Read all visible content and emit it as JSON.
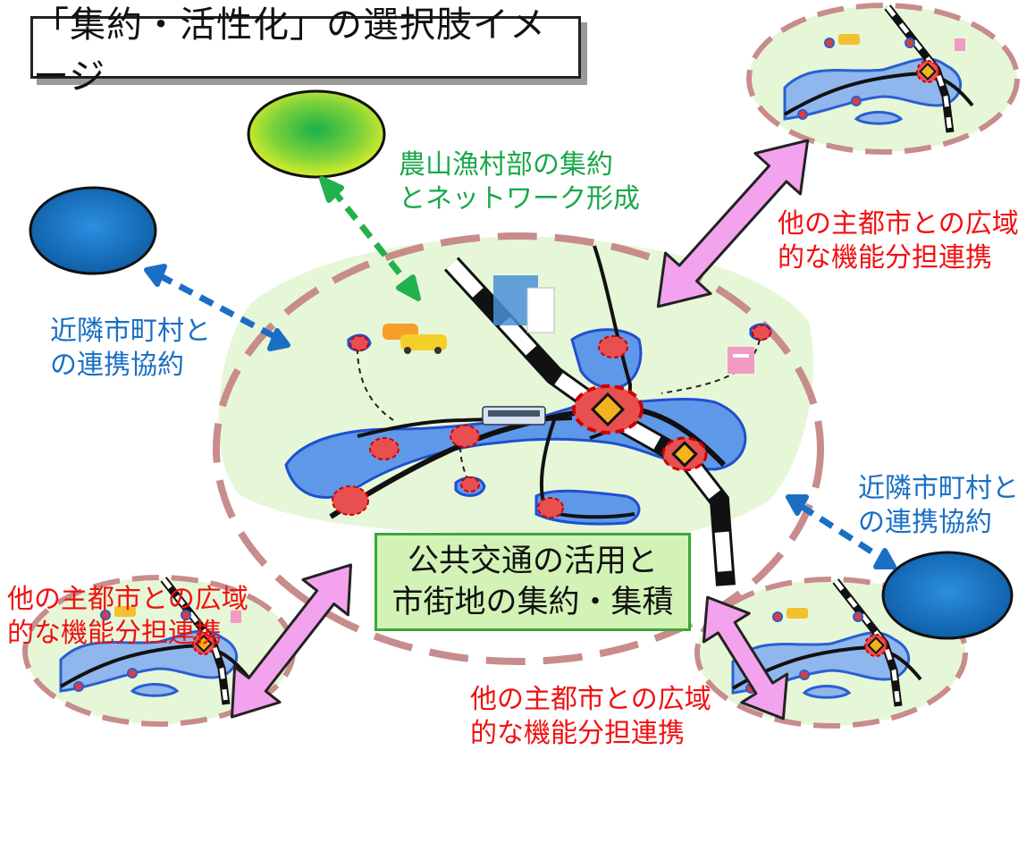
{
  "title": "「集約・活性化」の選択肢イメージ",
  "center_label": "公共交通の活用と\n市街地の集約・集積",
  "labels": {
    "rural": "農山漁村部の集約\nとネットワーク形成",
    "wide_top_right": "他の主都市との広域\n的な機能分担連携",
    "wide_left": "他の主都市との広域\n的な機能分担連携",
    "wide_bottom": "他の主都市との広域\n的な機能分担連携",
    "neighbor_left": "近隣市町村と\nの連携協約",
    "neighbor_right": "近隣市町村と\nの連携協約"
  },
  "colors": {
    "green_text": "#1aa84a",
    "red_text": "#f01010",
    "blue_text": "#1a6fc4",
    "pink_arrow": "#f3a3ee",
    "dashed_circle": "#c88c8c",
    "city_area": "#e6f7d8",
    "urban_zone": "#6a9ee6"
  },
  "icons": [
    "car-icon",
    "bus-icon",
    "building-icon",
    "rail-line-icon",
    "station-icon"
  ]
}
